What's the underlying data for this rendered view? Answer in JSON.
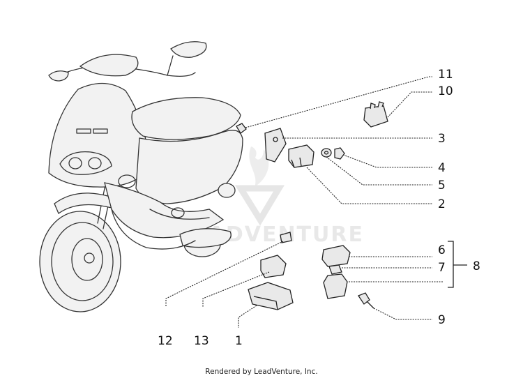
{
  "callouts": {
    "c1": "1",
    "c2": "2",
    "c3": "3",
    "c4": "4",
    "c5": "5",
    "c6": "6",
    "c7": "7",
    "c8": "8",
    "c9": "9",
    "c10": "10",
    "c11": "11",
    "c12": "12",
    "c13": "13"
  },
  "watermark": {
    "text": "LEADVENTURE"
  },
  "footer": {
    "credit": "Rendered by LeadVenture, Inc."
  }
}
